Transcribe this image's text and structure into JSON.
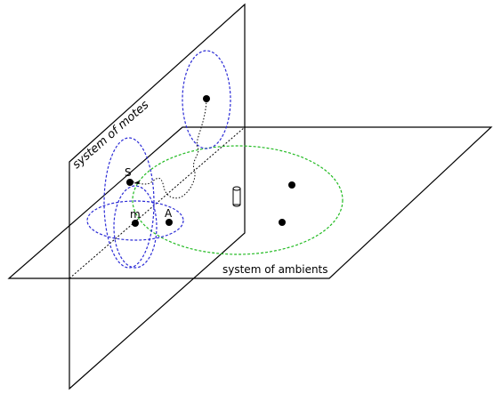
{
  "labels": {
    "motes_plane": "system of motes",
    "ambients_plane": "system of ambients",
    "S": "S",
    "m": "m",
    "A": "A"
  },
  "colors": {
    "stroke": "#000000",
    "motes_ellipses": "#2b2bd6",
    "ambient_ellipse": "#22bb22",
    "dot": "#000000"
  }
}
